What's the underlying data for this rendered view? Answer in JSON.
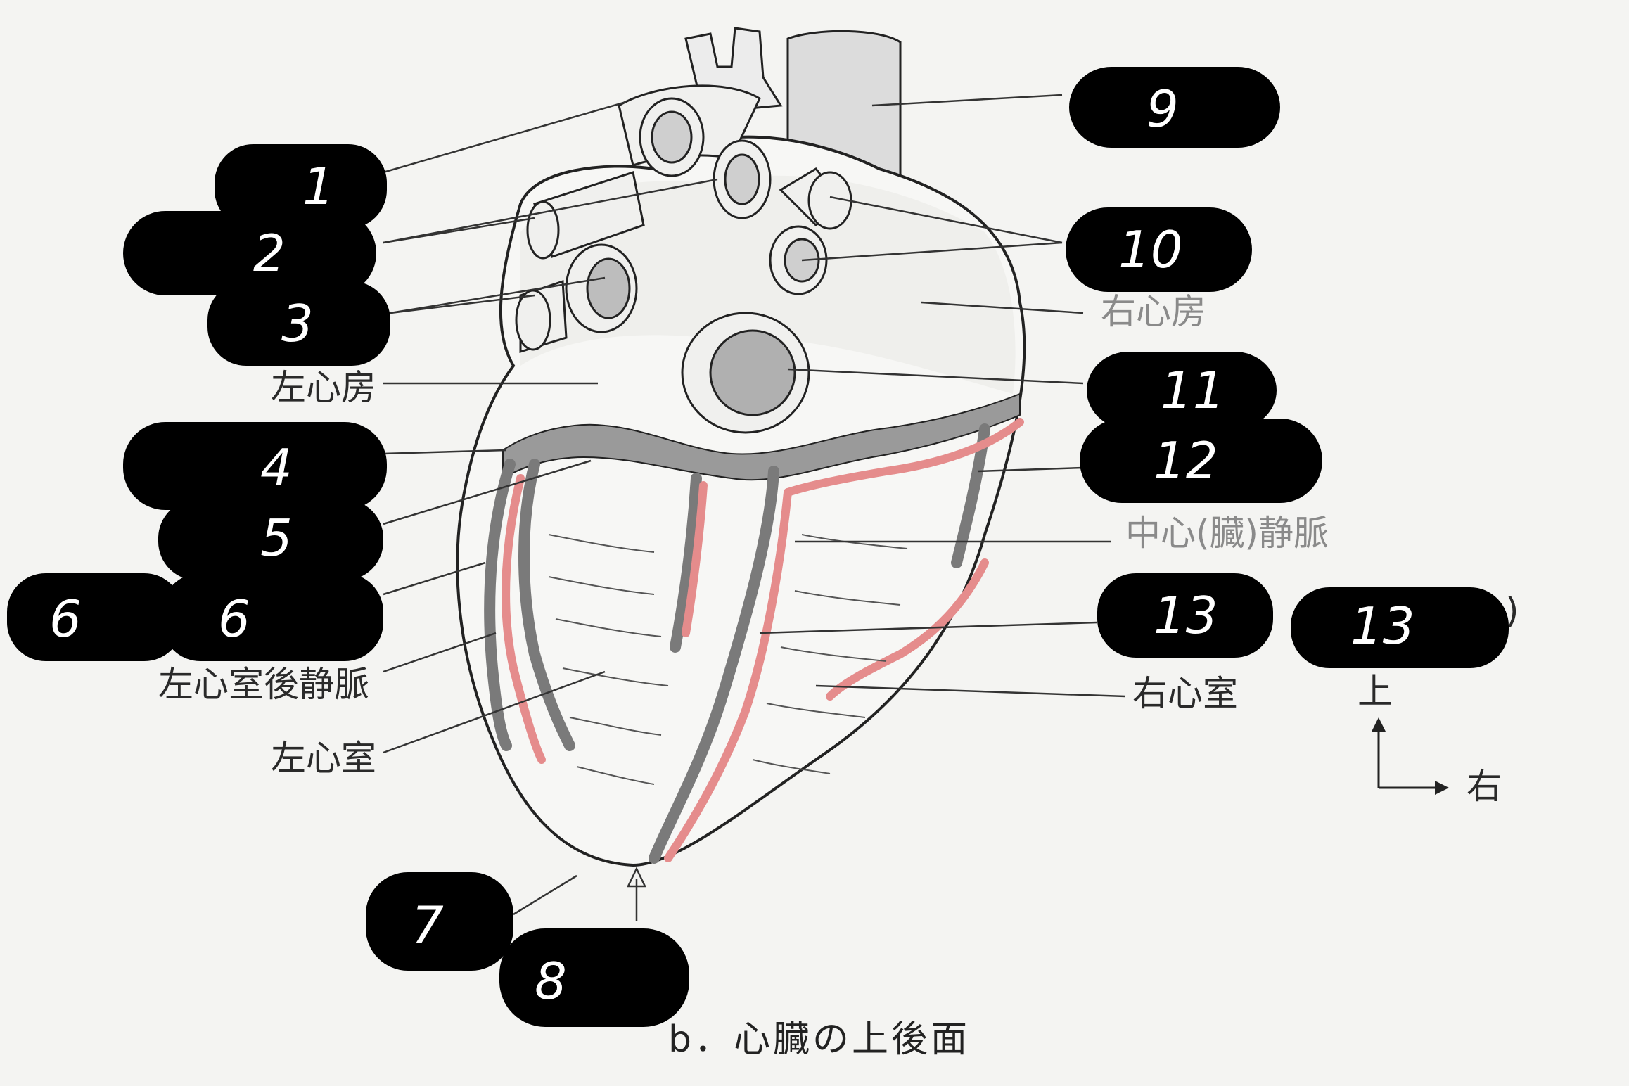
{
  "caption": "b．心臓の上後面",
  "labels": {
    "left_atrium": "左心房",
    "right_atrium": "右心房",
    "middle_cardiac_vein": "中心(臓)静脈",
    "left_ventricle_posterior_vein": "左心室後静脈",
    "left_ventricle": "左心室",
    "right_ventricle": "右心室",
    "paren_fragment": ")"
  },
  "orientation": {
    "up": "上",
    "right": "右"
  },
  "masked_numbers": [
    "1",
    "2",
    "3",
    "4",
    "5",
    "6",
    "6",
    "7",
    "8",
    "9",
    "10",
    "11",
    "12",
    "13",
    "13"
  ],
  "colors": {
    "vein": "#8c8c8c",
    "artery": "#e58c8c",
    "ink": "#222222",
    "mask": "#000000"
  }
}
